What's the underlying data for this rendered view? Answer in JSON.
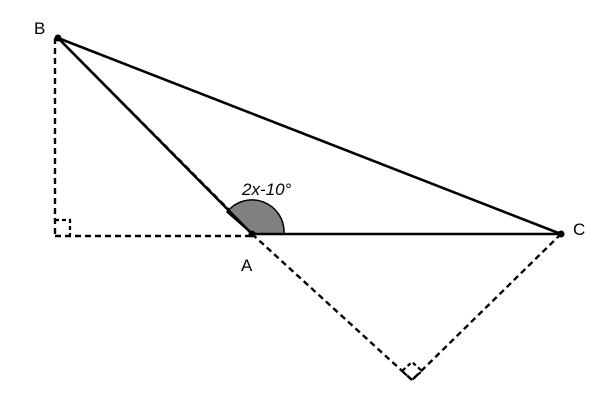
{
  "diagram": {
    "vertex_labels": {
      "a": "A",
      "b": "B",
      "c": "C"
    },
    "angle_label": "2x-10°",
    "colors": {
      "line": "#000000",
      "angle_fill": "#808080",
      "background": "#ffffff"
    }
  }
}
